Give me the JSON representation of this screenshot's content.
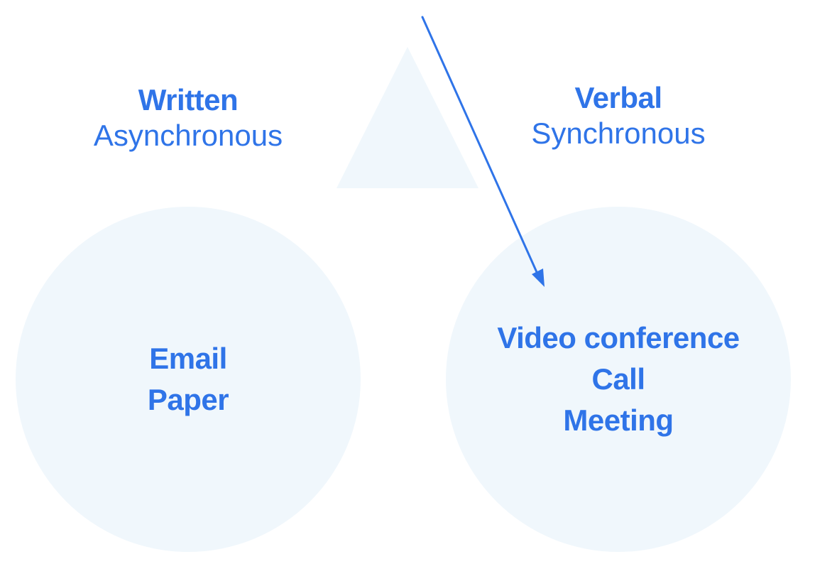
{
  "colors": {
    "accent": "#2f74e8",
    "shape_fill": "#f0f7fc"
  },
  "left_group": {
    "title": "Written",
    "subtitle": "Asynchronous",
    "items": [
      "Email",
      "Paper"
    ]
  },
  "right_group": {
    "title": "Verbal",
    "subtitle": "Synchronous",
    "items": [
      "Video conference",
      "Call",
      "Meeting"
    ]
  },
  "arrow": {
    "icon": "arrow-icon",
    "points_to": "right_group"
  }
}
